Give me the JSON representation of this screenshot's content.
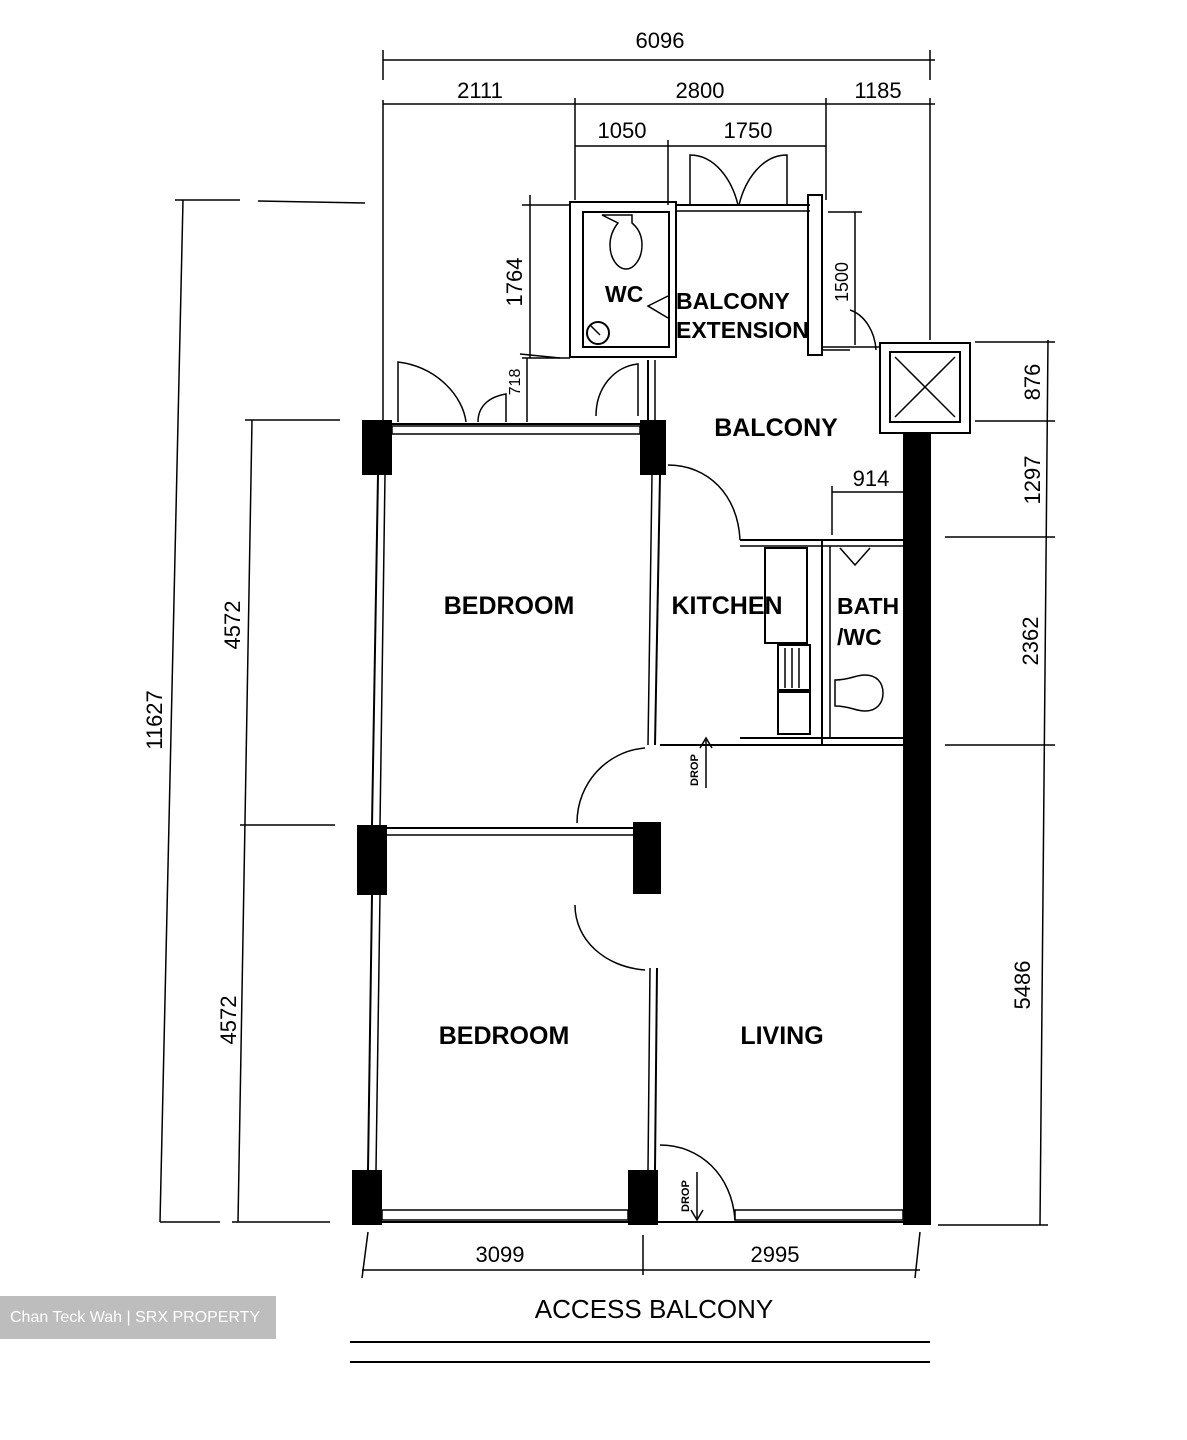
{
  "plan": {
    "rooms": {
      "wc": "WC",
      "balcony_extension_1": "BALCONY",
      "balcony_extension_2": "EXTENSION",
      "balcony": "BALCONY",
      "bedroom_1": "BEDROOM",
      "kitchen": "KITCHEN",
      "bath_1": "BATH",
      "bath_2": "/WC",
      "bedroom_2": "BEDROOM",
      "living": "LIVING"
    },
    "dimensions": {
      "top_total": "6096",
      "top_left": "2111",
      "top_middle": "2800",
      "top_right": "1185",
      "wc_width": "1050",
      "balcony_ext_width": "1750",
      "wc_depth": "1764",
      "door_offset": "718",
      "balcony_ext_door": "1500",
      "right_876": "876",
      "right_1297": "1297",
      "right_2362": "2362",
      "right_5486": "5486",
      "bath_width": "914",
      "left_total": "11627",
      "left_upper": "4572",
      "left_lower": "4572",
      "bottom_left": "3099",
      "bottom_right": "2995"
    },
    "annotations": {
      "drop_upper": "DROP",
      "drop_lower": "DROP",
      "access_balcony": "ACCESS BALCONY"
    }
  },
  "watermark": "Chan Teck Wah | SRX PROPERTY"
}
